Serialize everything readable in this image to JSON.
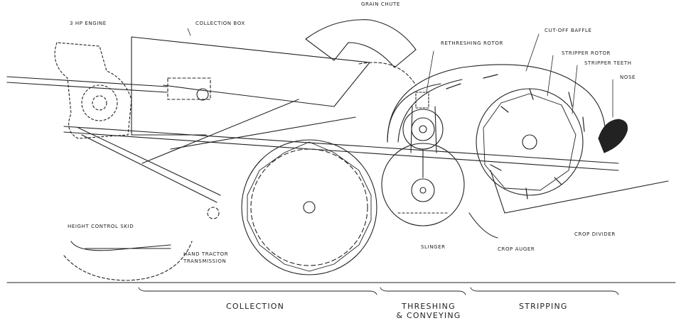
{
  "labels": {
    "engine": "3 HP ENGINE",
    "collection_box": "COLLECTION BOX",
    "grain_chute": "GRAIN CHUTE",
    "rethreshing_rotor": "RETHRESHING ROTOR",
    "cut_off_baffle": "CUT-OFF BAFFLE",
    "stripper_rotor": "STRIPPER ROTOR",
    "stripper_teeth": "STRIPPER TEETH",
    "nose": "NOSE",
    "height_control_skid": "HEIGHT CONTROL SKID",
    "hand_tractor_transmission_1": "HAND TRACTOR",
    "hand_tractor_transmission_2": "TRANSMISSION",
    "slinger": "SLINGER",
    "crop_auger": "CROP AUGER",
    "crop_divider": "CROP DIVIDER"
  },
  "sections": {
    "collection": "COLLECTION",
    "threshing_1": "THRESHING",
    "threshing_2": "& CONVEYING",
    "stripping": "STRIPPING"
  }
}
